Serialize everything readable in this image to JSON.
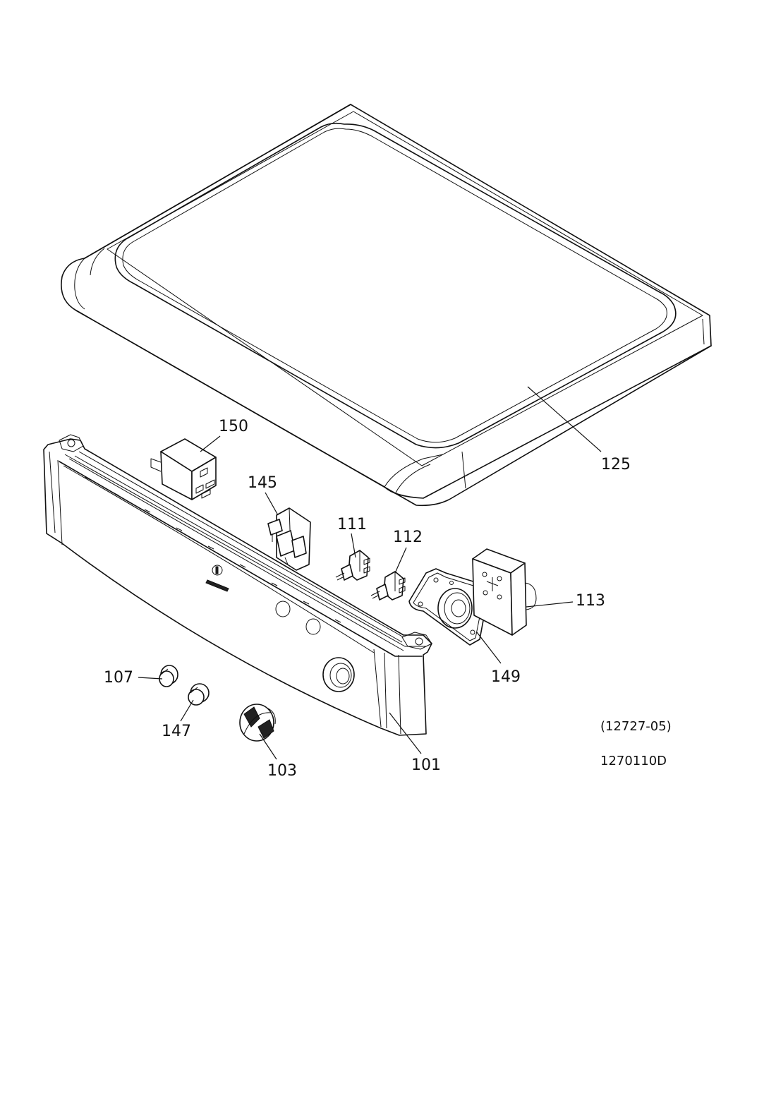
{
  "parts": [
    {
      "id": "p125",
      "label": "125"
    },
    {
      "id": "p150",
      "label": "150"
    },
    {
      "id": "p145",
      "label": "145"
    },
    {
      "id": "p111",
      "label": "111"
    },
    {
      "id": "p112",
      "label": "112"
    },
    {
      "id": "p113",
      "label": "113"
    },
    {
      "id": "p149",
      "label": "149"
    },
    {
      "id": "p107",
      "label": "107"
    },
    {
      "id": "p147",
      "label": "147"
    },
    {
      "id": "p103",
      "label": "103"
    },
    {
      "id": "p101",
      "label": "101"
    }
  ],
  "drawing_codes": {
    "reference": "(12727-05)",
    "drawing_number": "1270110D"
  }
}
